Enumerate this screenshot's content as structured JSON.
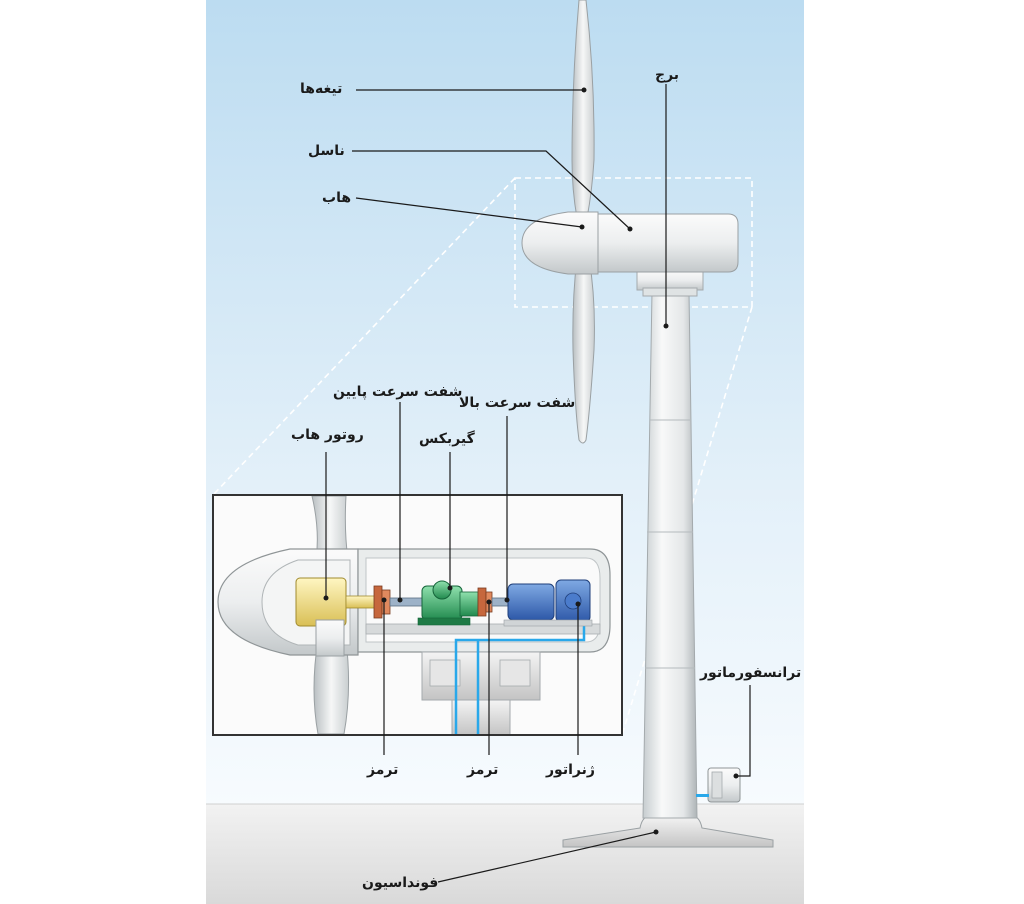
{
  "labels": {
    "blades": "تیغه‌ها",
    "nacelle": "ناسل",
    "hub": "هاب",
    "tower": "برج",
    "low_speed_shaft": "شفت سرعت پایین",
    "high_speed_shaft": "شفت سرعت بالا",
    "rotor_hub": "روتور هاب",
    "gearbox": "گیربکس",
    "brake_1": "ترمز",
    "brake_2": "ترمز",
    "generator": "ژنراتور",
    "transformer": "ترانسفورماتور",
    "foundation": "فونداسیون"
  }
}
